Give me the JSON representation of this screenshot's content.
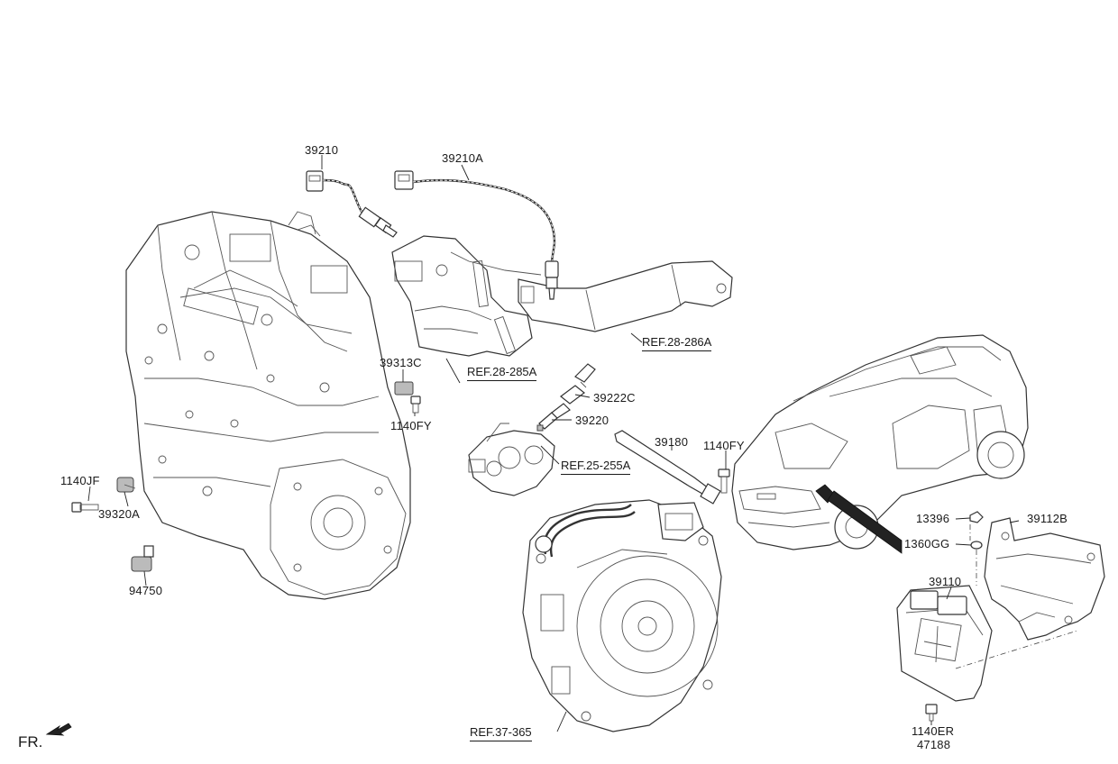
{
  "labels": {
    "p39210": "39210",
    "p39210A": "39210A",
    "p39313C": "39313C",
    "p1140FY_a": "1140FY",
    "p39222C": "39222C",
    "p39220": "39220",
    "p39180": "39180",
    "p1140FY_b": "1140FY",
    "p1140JF": "1140JF",
    "p39320A": "39320A",
    "p94750": "94750",
    "p13396": "13396",
    "p39112B": "39112B",
    "p1360GG": "1360GG",
    "p39110": "39110",
    "p1140ER": "1140ER",
    "p47188": "47188"
  },
  "refs": {
    "ref_28_286A": "REF.28-286A",
    "ref_28_285A": "REF.28-285A",
    "ref_25_255A": "REF.25-255A",
    "ref_37_365": "REF.37-365"
  },
  "orientation": {
    "label": "FR.",
    "icon": "arrow-icon"
  }
}
